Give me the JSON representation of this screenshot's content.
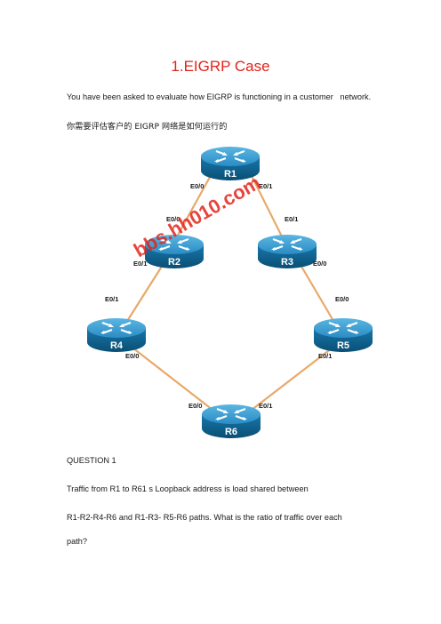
{
  "title": "1.EIGRP Case",
  "intro_en": "You have been asked to evaluate how EIGRP is functioning in a customer   network.",
  "intro_zh": "你需要评估客户的 EIGRP 网络是如何运行的",
  "watermark": "bbs.hh010.com",
  "colors": {
    "title": "#e3231b",
    "link": "#e8a96a",
    "router_dark": "#0b5d86",
    "router_light": "#3a9ed0"
  },
  "routers": {
    "r1": {
      "name": "R1"
    },
    "r2": {
      "name": "R2"
    },
    "r3": {
      "name": "R3"
    },
    "r4": {
      "name": "R4"
    },
    "r5": {
      "name": "R5"
    },
    "r6": {
      "name": "R6"
    }
  },
  "interfaces": {
    "r1_left": "E0/0",
    "r1_right": "E0/1",
    "r2_top": "E0/0",
    "r2_bottom": "E0/1",
    "r3_top": "E0/1",
    "r3_bottom": "E0/0",
    "r4_top": "E0/1",
    "r4_bottom": "E0/0",
    "r5_top": "E0/0",
    "r5_bottom": "E0/1",
    "r6_left": "E0/0",
    "r6_right": "E0/1"
  },
  "question": {
    "heading": "QUESTION 1",
    "line1": "Traffic from R1 to R61 s Loopback address is load shared between",
    "line2": "R1-R2-R4-R6 and R1-R3- R5-R6 paths. What is the ratio of traffic over each",
    "line3": "path?"
  }
}
